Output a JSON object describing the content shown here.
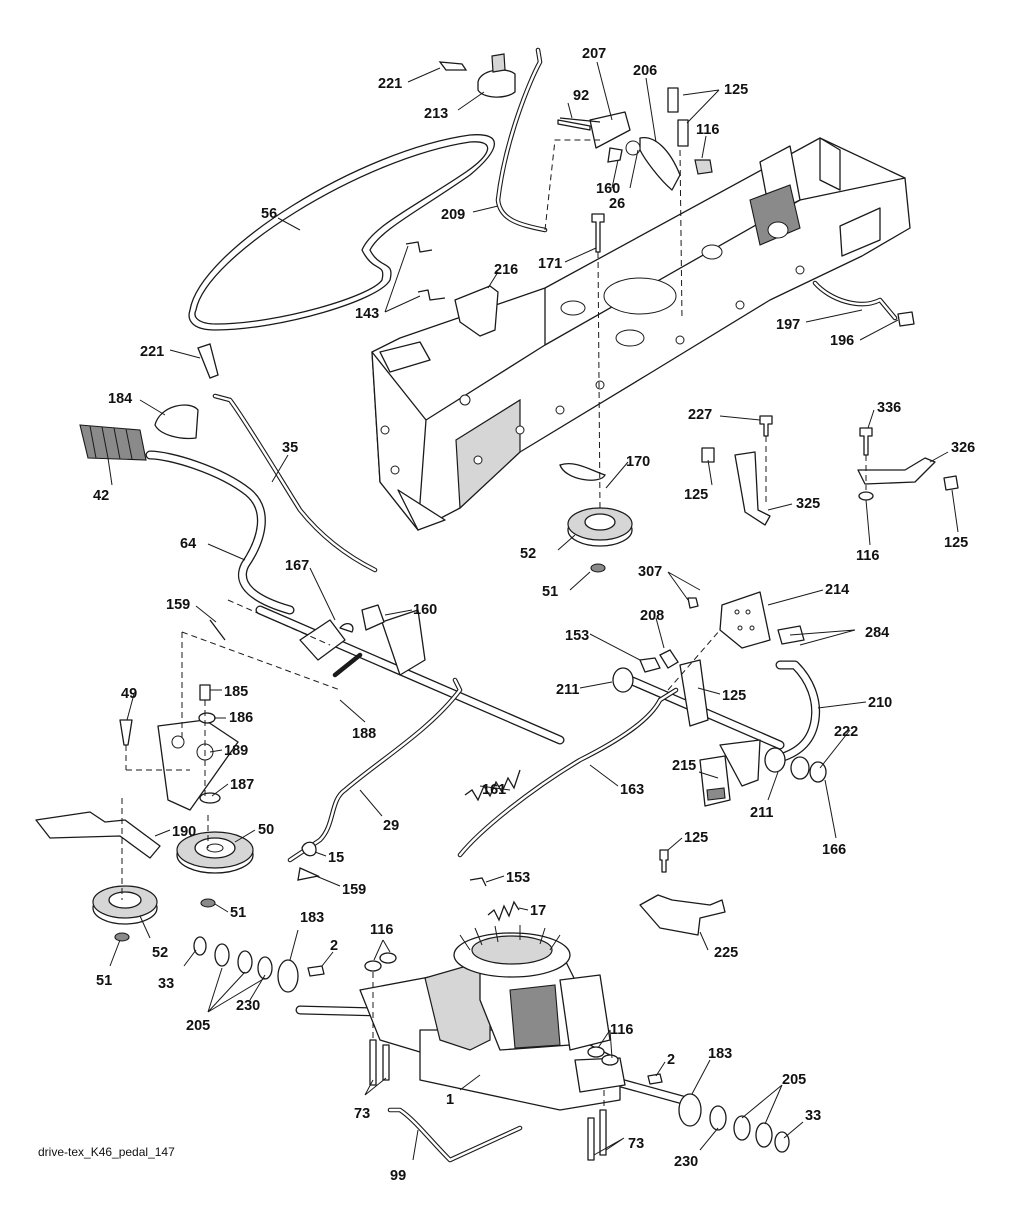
{
  "diagram": {
    "caption": "drive-tex_K46_pedal_147",
    "callouts": [
      "221",
      "213",
      "207",
      "206",
      "125",
      "92",
      "116",
      "160",
      "26",
      "56",
      "209",
      "171",
      "216",
      "143",
      "197",
      "196",
      "221",
      "184",
      "35",
      "42",
      "227",
      "336",
      "326",
      "125",
      "325",
      "170",
      "116",
      "125",
      "64",
      "52",
      "51",
      "167",
      "160",
      "307",
      "214",
      "159",
      "284",
      "153",
      "208",
      "49",
      "185",
      "211",
      "125",
      "186",
      "188",
      "210",
      "189",
      "222",
      "215",
      "161",
      "163",
      "187",
      "211",
      "166",
      "190",
      "50",
      "29",
      "125",
      "15",
      "159",
      "153",
      "17",
      "51",
      "183",
      "116",
      "225",
      "52",
      "2",
      "33",
      "51",
      "205",
      "230",
      "116",
      "183",
      "2",
      "205",
      "73",
      "1",
      "33",
      "99",
      "230",
      "73"
    ]
  }
}
